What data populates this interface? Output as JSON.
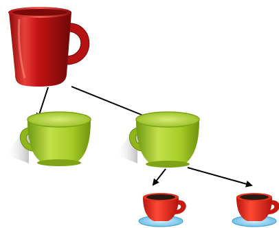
{
  "diagram": {
    "type": "tree",
    "nodes": [
      {
        "id": "mug",
        "kind": "mug",
        "icon": "red-mug-icon",
        "color": "#d11f1f"
      },
      {
        "id": "cup-left",
        "kind": "cup",
        "icon": "green-cup-icon",
        "color": "#9cc21f"
      },
      {
        "id": "cup-right",
        "kind": "cup",
        "icon": "green-cup-icon",
        "color": "#9cc21f"
      },
      {
        "id": "teacup-left",
        "kind": "teacup",
        "icon": "red-teacup-icon",
        "color": "#e0261b",
        "saucer_color": "#8fd0f0"
      },
      {
        "id": "teacup-right",
        "kind": "teacup",
        "icon": "red-teacup-icon",
        "color": "#e0261b",
        "saucer_color": "#8fd0f0"
      }
    ],
    "edges": [
      {
        "from": "mug",
        "to": "cup-left"
      },
      {
        "from": "mug",
        "to": "cup-right"
      },
      {
        "from": "cup-right",
        "to": "teacup-left"
      },
      {
        "from": "cup-right",
        "to": "teacup-right"
      }
    ],
    "edge_color": "#000000"
  }
}
